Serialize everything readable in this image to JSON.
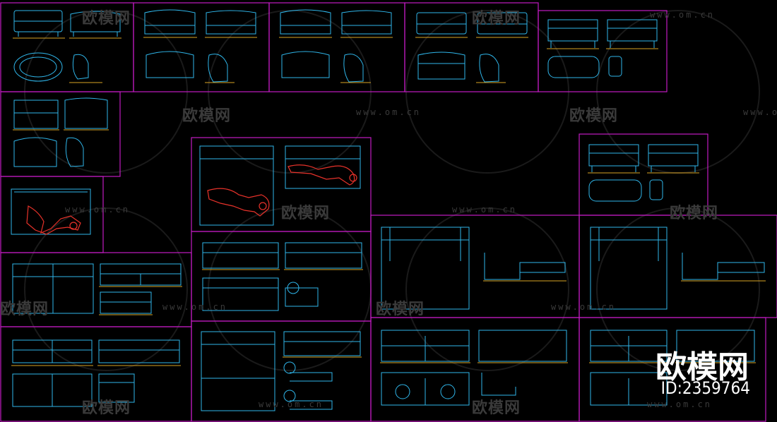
{
  "watermark": {
    "cn": "欧模网",
    "url": "www.om.cn"
  },
  "brand": {
    "name": "欧模网",
    "id": "ID:2359764"
  },
  "colors": {
    "frame": "#c21bc2",
    "line": "#2fb6ea",
    "floor": "#d9a323",
    "figure": "#e8322a",
    "watermark": "#3a3a3a",
    "background": "#000000"
  }
}
